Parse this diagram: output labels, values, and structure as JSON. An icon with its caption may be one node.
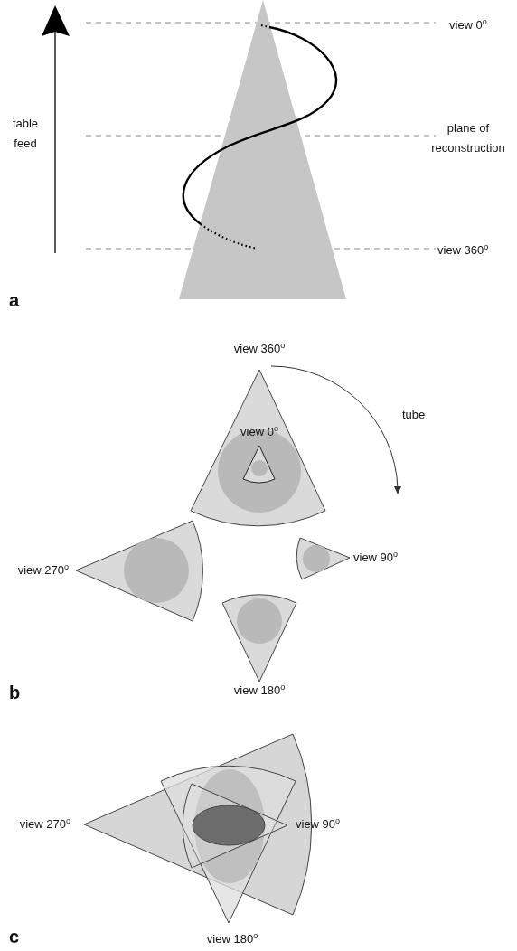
{
  "diagram": {
    "labels": [
      "view 0$^{o}$",
      "table feed",
      "plane of reconstruction",
      "view 360$^{o}$",
      "a",
      "view 360$^{o}$",
      "tube",
      "view 0$^{o}$",
      "view 270$^{o}$",
      "view 90$^{o}$",
      "view 180$^{o}$",
      "b",
      "view 270$^{o}$",
      "view 90$^{o}$",
      "c",
      "view 180$^{o}$"
    ]
  }
}
